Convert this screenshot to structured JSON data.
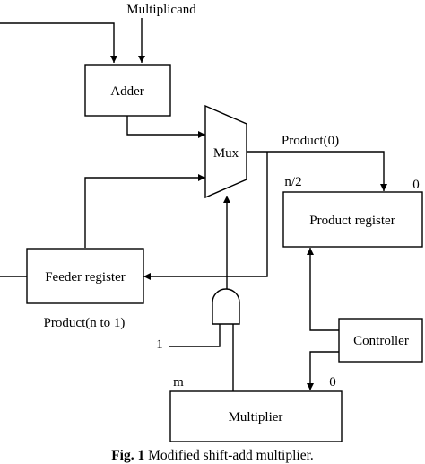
{
  "labels": {
    "multiplicand": "Multiplicand",
    "adder": "Adder",
    "mux": "Mux",
    "product0": "Product(0)",
    "n2": "n/2",
    "zero_product": "0",
    "product_register": "Product register",
    "feeder_register": "Feeder register",
    "product_n_to_1": "Product(n to 1)",
    "input_one": "1",
    "controller": "Controller",
    "m": "m",
    "zero_multiplier": "0",
    "multiplier": "Multiplier"
  },
  "caption": {
    "prefix": "Fig. 1",
    "text": " Modified shift-add multiplier."
  }
}
